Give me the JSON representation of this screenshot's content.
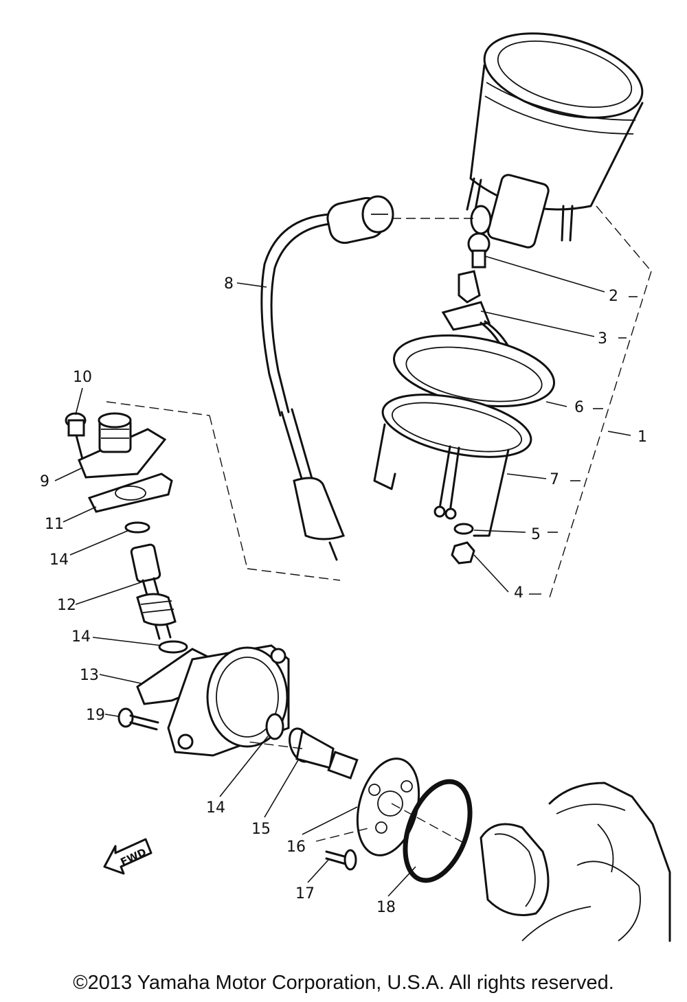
{
  "diagram": {
    "part_labels": [
      {
        "id": "1",
        "text": "1"
      },
      {
        "id": "2",
        "text": "2"
      },
      {
        "id": "3",
        "text": "3"
      },
      {
        "id": "4",
        "text": "4"
      },
      {
        "id": "5",
        "text": "5"
      },
      {
        "id": "6",
        "text": "6"
      },
      {
        "id": "7",
        "text": "7"
      },
      {
        "id": "8",
        "text": "8"
      },
      {
        "id": "9",
        "text": "9"
      },
      {
        "id": "10",
        "text": "10"
      },
      {
        "id": "11",
        "text": "11"
      },
      {
        "id": "12",
        "text": "12"
      },
      {
        "id": "13",
        "text": "13"
      },
      {
        "id": "14a",
        "text": "14"
      },
      {
        "id": "14b",
        "text": "14"
      },
      {
        "id": "14c",
        "text": "14"
      },
      {
        "id": "15",
        "text": "15"
      },
      {
        "id": "16",
        "text": "16"
      },
      {
        "id": "17",
        "text": "17"
      },
      {
        "id": "18",
        "text": "18"
      },
      {
        "id": "19",
        "text": "19"
      }
    ],
    "fwd_arrow_text": "FWD"
  },
  "footer": {
    "copyright": "©2013 Yamaha Motor Corporation, U.S.A. All rights reserved."
  }
}
